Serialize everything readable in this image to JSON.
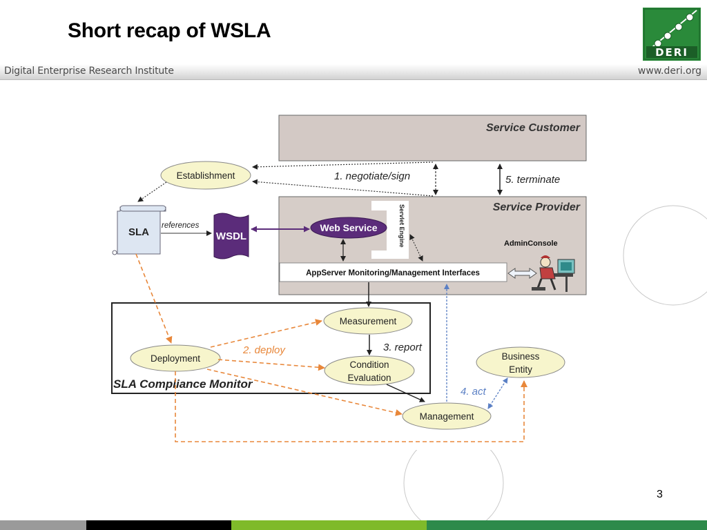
{
  "slide": {
    "title": "Short recap of WSLA",
    "institute": "Digital Enterprise Research Institute",
    "url": "www.deri.org",
    "page_number": "3",
    "logo_text": "DERI"
  },
  "diagram": {
    "service_customer": "Service Customer",
    "service_provider": "Service Provider",
    "establishment": "Establishment",
    "negotiate": "1. negotiate/sign",
    "terminate": "5. terminate",
    "sla": "SLA",
    "references": "references",
    "wsdl": "WSDL",
    "web_service": "Web Service",
    "servlet_engine": "Servlet Engine",
    "admin_console": "AdminConsole",
    "appserver": "AppServer Monitoring/Management Interfaces",
    "measurement": "Measurement",
    "report": "3. report",
    "deployment": "Deployment",
    "deploy": "2. deploy",
    "condition_1": "Condition",
    "condition_2": "Evaluation",
    "compliance_monitor": "SLA Compliance Monitor",
    "business_1": "Business",
    "business_2": "Entity",
    "act": "4. act",
    "management": "Management"
  },
  "colors": {
    "ellipse_fill": "#f7f5cc",
    "customer_box": "#d3c9c5",
    "provider_box": "#d6cdc8",
    "wsdl_purple": "#5b2c7a",
    "deploy_orange": "#e8873a",
    "act_blue": "#5a7fc4",
    "footer_gray": "#9a9a9a",
    "footer_black": "#000000",
    "footer_green": "#7fba2a",
    "footer_dark_green": "#2d8a4a"
  }
}
